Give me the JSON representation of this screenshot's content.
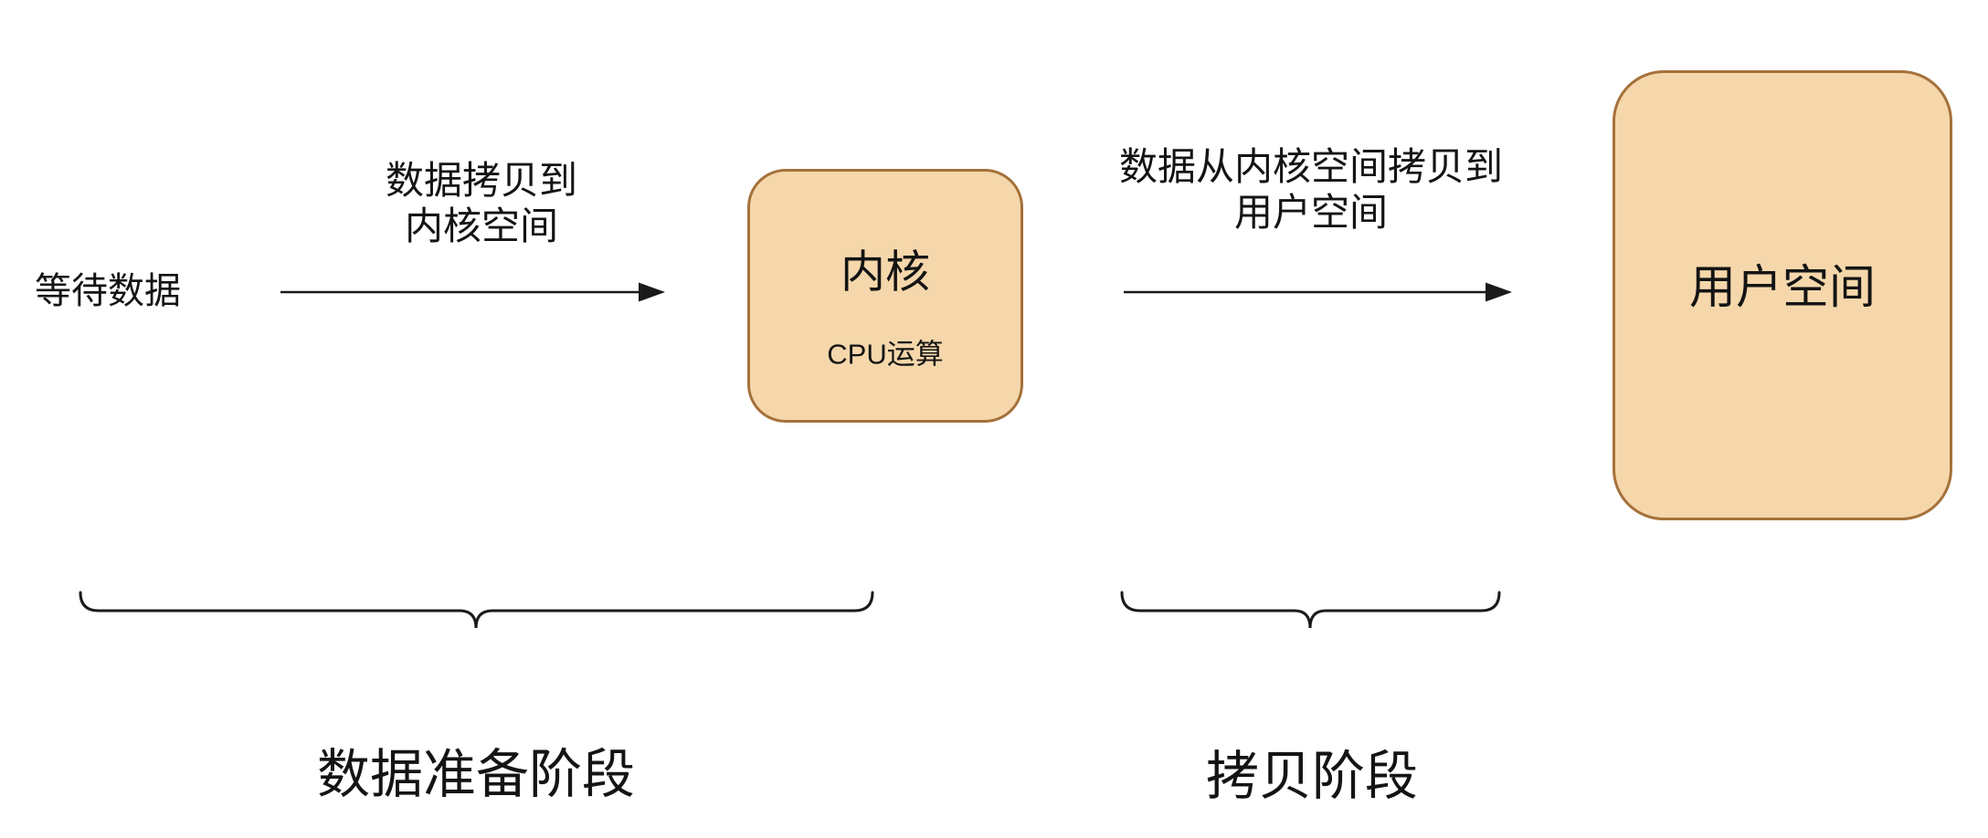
{
  "diagram": {
    "background_color": "#ffffff",
    "colors": {
      "node_fill": "#f5d7ab",
      "node_border": "#a5713a",
      "connector": "#1a1a1a",
      "text": "#141414"
    },
    "labels": {
      "wait_data": "等待数据",
      "arrow1_line1": "数据拷贝到",
      "arrow1_line2": "内核空间",
      "arrow2_line1": "数据从内核空间拷贝到",
      "arrow2_line2": "用户空间",
      "stage1": "数据准备阶段",
      "stage2": "拷贝阶段"
    },
    "nodes": {
      "kernel": {
        "title": "内核",
        "subtitle": "CPU运算"
      },
      "user_space": {
        "label": "用户空间"
      }
    }
  }
}
